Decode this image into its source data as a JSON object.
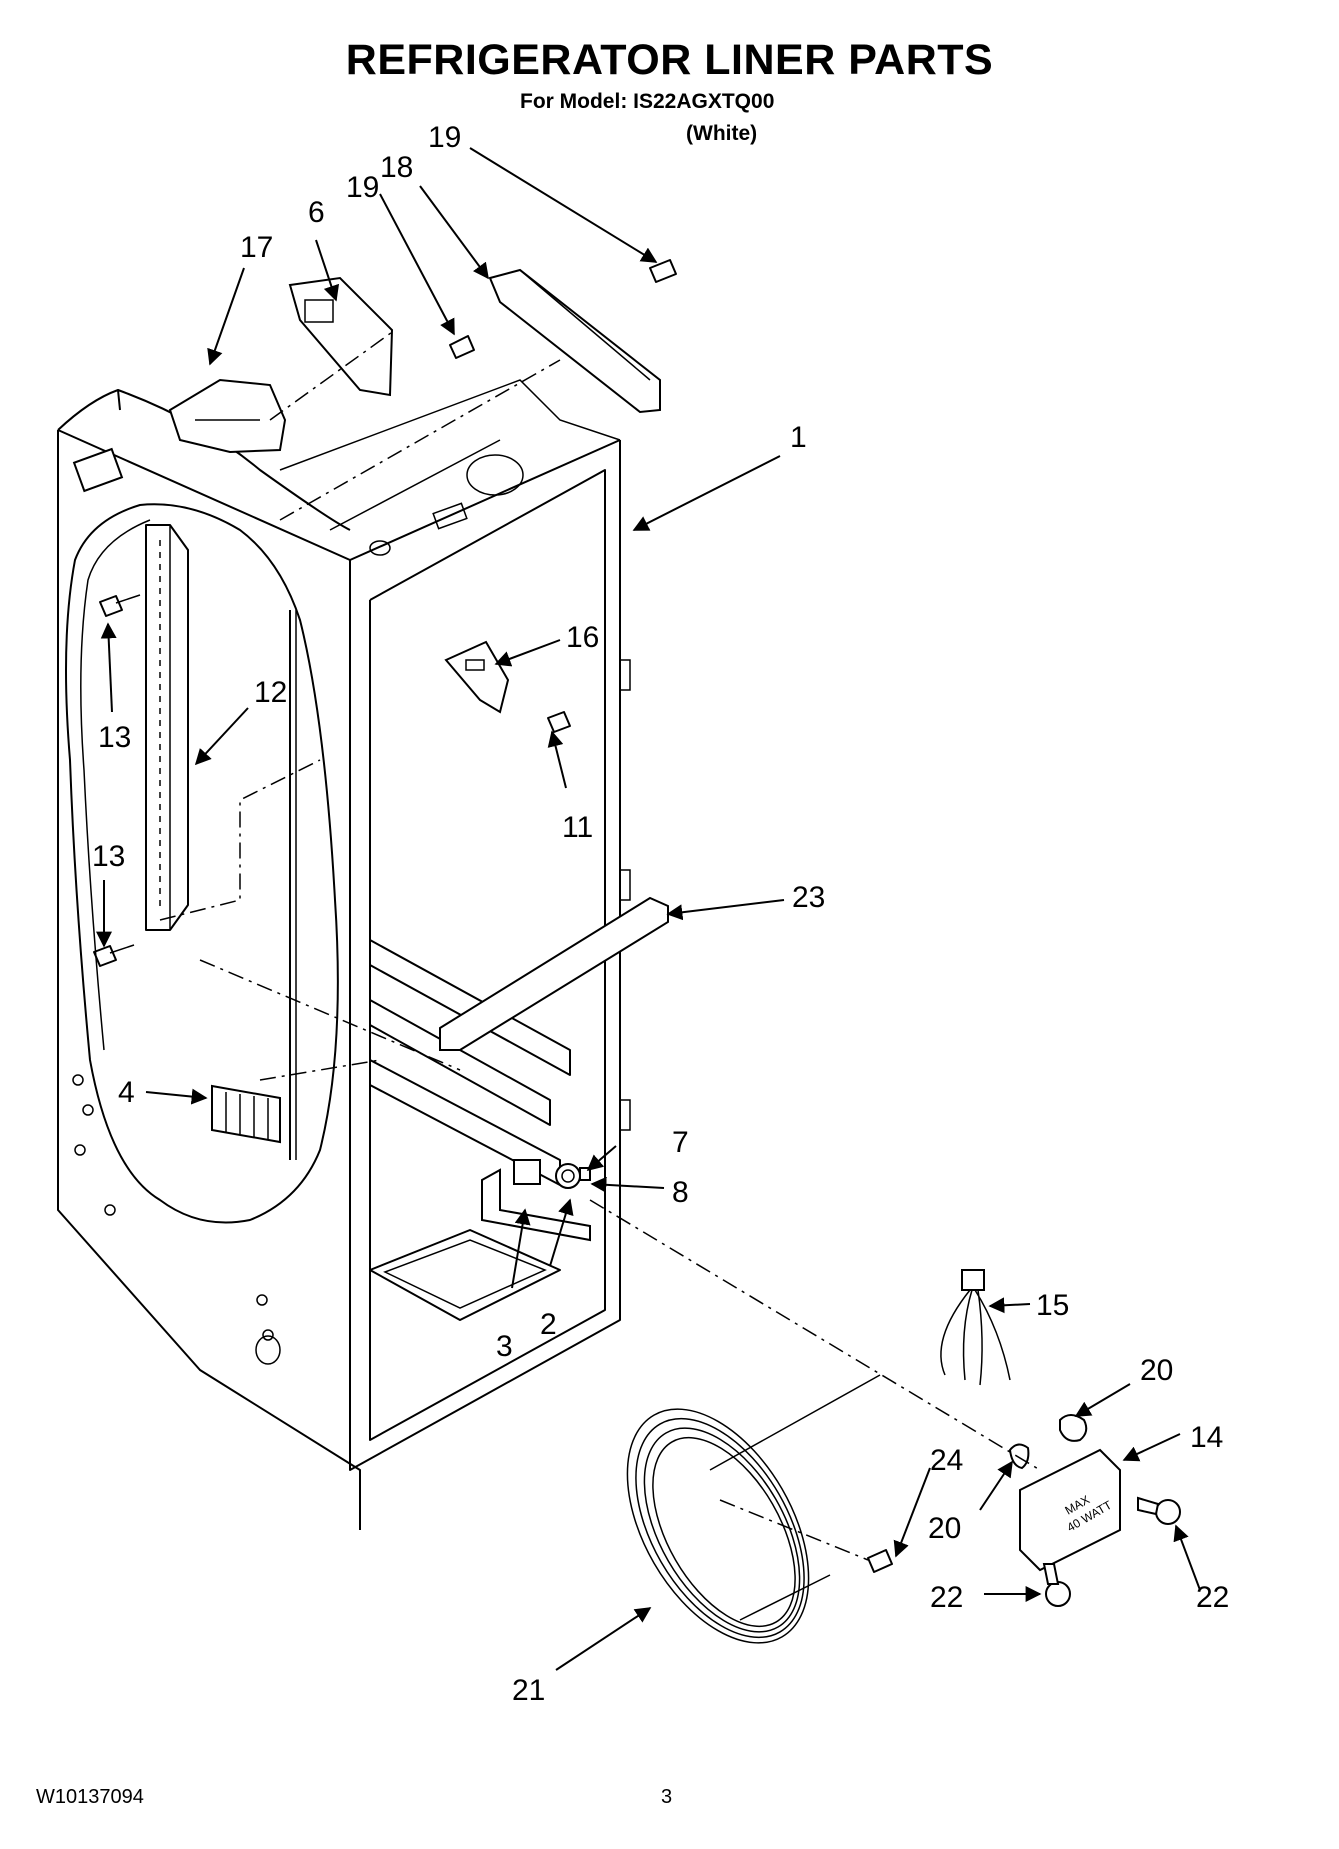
{
  "header": {
    "title": "REFRIGERATOR LINER PARTS",
    "model_line": "For Model: IS22AGXTQ00",
    "color_line": "(White)"
  },
  "footer": {
    "doc_id": "W10137094",
    "page": "3"
  },
  "callouts": [
    "1",
    "2",
    "3",
    "4",
    "6",
    "7",
    "8",
    "11",
    "12",
    "13",
    "13",
    "14",
    "15",
    "16",
    "17",
    "18",
    "19",
    "19",
    "20",
    "20",
    "21",
    "22",
    "22",
    "23",
    "24"
  ],
  "labels": {
    "max_watt_1": "MAX",
    "max_watt_2": "40 WATT"
  }
}
